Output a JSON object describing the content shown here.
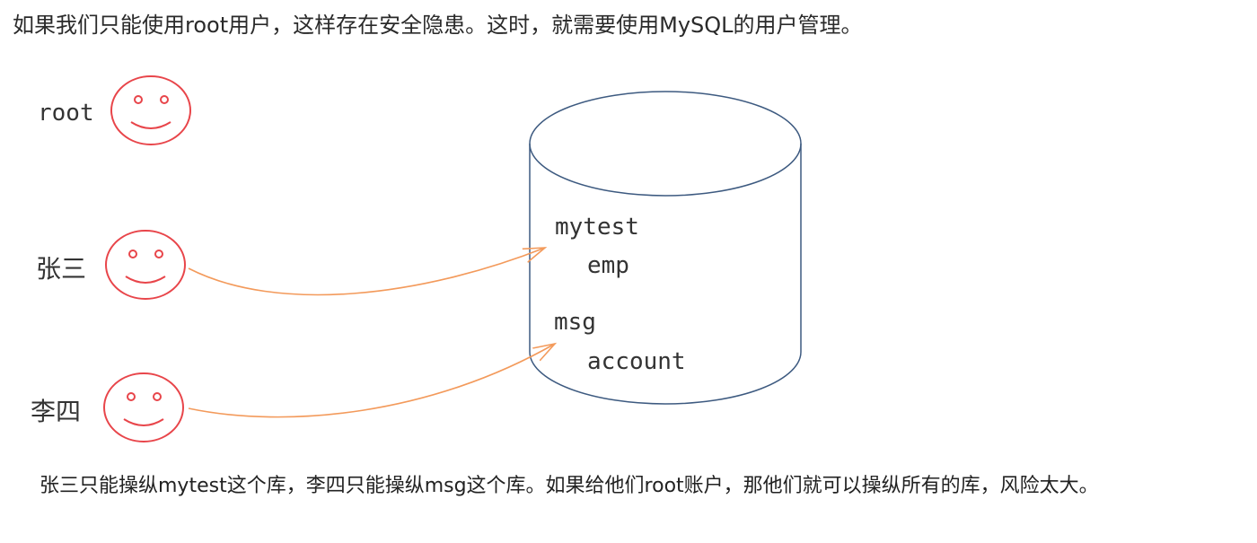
{
  "intro_text": "如果我们只能使用root用户，这样存在安全隐患。这时，就需要使用MySQL的用户管理。",
  "users": [
    {
      "label": "root",
      "icon": "smiley-face-icon"
    },
    {
      "label": "张三",
      "icon": "smiley-face-icon"
    },
    {
      "label": "李四",
      "icon": "smiley-face-icon"
    }
  ],
  "database": {
    "icon": "database-cylinder-icon",
    "schemas": [
      {
        "name": "mytest",
        "table": "emp"
      },
      {
        "name": "msg",
        "table": "account"
      }
    ]
  },
  "access": [
    {
      "from": "张三",
      "to": "mytest"
    },
    {
      "from": "李四",
      "to": "msg"
    }
  ],
  "caption_text": "张三只能操纵mytest这个库，李四只能操纵msg这个库。如果给他们root账户，那他们就可以操纵所有的库，风险太大。",
  "colors": {
    "face": "#e8454a",
    "arrow": "#f39a5b",
    "cylinder": "#3d5a80"
  }
}
